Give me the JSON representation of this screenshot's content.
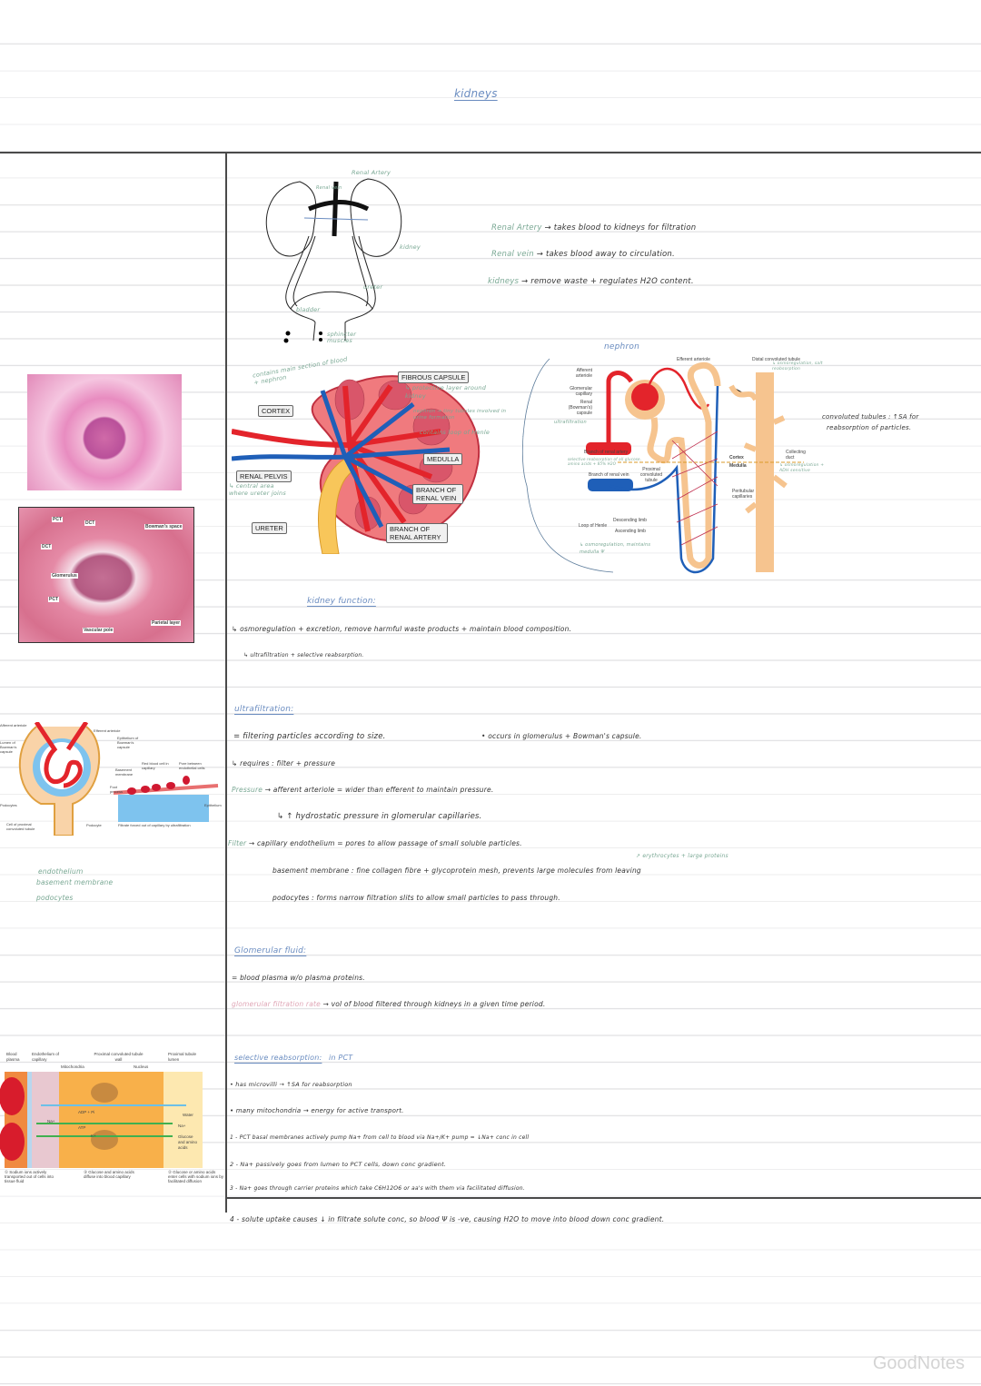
{
  "title": "kidneys",
  "renal_notes": [
    {
      "term": "Renal Artery",
      "text": " → takes blood to kidneys for filtration"
    },
    {
      "term": "Renal vein",
      "text": " → takes blood away to circulation."
    },
    {
      "term": "kidneys",
      "text": " → remove waste + regulates H2O content."
    }
  ],
  "urinary_labels": {
    "renal_artery": "Renal Artery",
    "renal_vein": "Renal vein",
    "kidney": "kidney",
    "ureter": "ureter",
    "bladder": "bladder",
    "sphincter": "sphincter muscles"
  },
  "kidney_section": {
    "boxes": {
      "fibrous_capsule": "FIBROUS CAPSULE",
      "cortex": "CORTEX",
      "medulla": "MEDULLA",
      "renal_pelvis": "RENAL PELVIS",
      "branch_vein": "BRANCH OF RENAL VEIN",
      "ureter": "URETER",
      "branch_artery": "BRANCH OF RENAL ARTERY"
    },
    "notes": {
      "cortex": "contains main section of blood + nephron",
      "capsule": "↳ protective layer around kidney",
      "nephron": "nephron → tiny tubules involved in urine formation",
      "medulla": "contains loop of Henle",
      "pelvis": "↳ central area where ureter joins"
    }
  },
  "nephron": {
    "heading": "nephron",
    "labels": {
      "efferent": "Efferent arteriole",
      "dct": "Distal convoluted tubule",
      "afferent": "Afferent arteriole",
      "glom": "Glomerular capillary",
      "capsule": "Renal (Bowman's) capsule",
      "branch_artery": "Branch of renal artery",
      "branch_vein": "Branch of renal vein",
      "pct": "Proximal convoluted tubule",
      "cortex": "Cortex",
      "medulla": "Medulla",
      "collecting": "Collecting duct",
      "peritubular": "Peritubular capillaries",
      "loop": "Loop of Henle",
      "descending": "Descending limb",
      "ascending": "Ascending limb"
    },
    "notes": {
      "ultra": "ultrafiltration",
      "sr": "selective reabsorption of all glucose, amino acids + 85% H2O",
      "dct": "↳ osmoregulation, salt reabsorption",
      "collecting": "↳ osmoregulation + ADH sensitive",
      "loop": "↳ osmoregulation, maintains medulla Ψ"
    },
    "side_note_1": "convoluted tubules : ↑SA for",
    "side_note_2": "reabsorption of particles."
  },
  "micrograph2_labels": {
    "pct": "PCT",
    "dct": "DCT",
    "dct2": "DCT",
    "bowman": "Bowman's space",
    "glom": "Glomerulus",
    "pct2": "PCT",
    "vascular": "Vascular pole",
    "parietal": "Parietal layer"
  },
  "glomerulus_labels": {
    "afferent": "Afferent arteriole",
    "efferent": "Efferent arteriole",
    "lumen": "Lumen of Bowman's capsule",
    "epith": "Epithelium of Bowman's capsule",
    "rbc": "Red blood cell in capillary",
    "pore": "Pore between endothelial cells",
    "basement": "Basement membrane",
    "foot": "Foot process",
    "podocytes": "Podocytes",
    "epithelium": "Epithelium",
    "pct_cell": "Cell of proximal convoluted tubule",
    "podocyte": "Podocyte",
    "filtrate": "Filtrate forced out of capillary by ultrafiltration"
  },
  "filter_layers": [
    "endothelium",
    "basement membrane",
    "podocytes"
  ],
  "pct_labels": {
    "plasma": "Blood plasma",
    "endo": "Endothelium of capillary",
    "wall": "Proximal convoluted tubule wall",
    "lumen": "Proximal tubule lumen",
    "mito": "Mitochondria",
    "nucleus": "Nucleus",
    "adp": "ADP + Pi",
    "atp": "ATP",
    "na": "Na+",
    "k": "K+",
    "water": "Water",
    "na2": "Na+",
    "glucose": "Glucose and amino acids",
    "s1": "① Sodium ions actively transported out of cells into tissue fluid",
    "s3": "③ Glucose and amino acids diffuse into blood capillary",
    "s2": "② Glucose or amino acids enter cells with sodium ions by facilitated diffusion"
  },
  "kidney_function": {
    "heading": "kidney function:",
    "lines": [
      "↳ osmoregulation + excretion, remove harmful waste products + maintain blood composition.",
      "↳ ultrafiltration + selective reabsorption."
    ]
  },
  "ultrafiltration": {
    "heading": "ultrafiltration:",
    "l1": "= filtering particles according to size.",
    "l1b": "• occurs in glomerulus + Bowman's capsule.",
    "l2": "↳ requires : filter + pressure",
    "pressure_term": "Pressure",
    "l3": " → afferent arteriole = wider than efferent to maintain pressure.",
    "l4": "↳ ↑ hydrostatic pressure in glomerular capillaries.",
    "filter_term": "Filter",
    "l5": " → capillary endothelium = pores to allow passage of small soluble particles.",
    "l6_note": "↗ erythrocytes + large proteins",
    "l6": "basement membrane : fine collagen fibre + glycoprotein mesh, prevents large molecules from leaving",
    "l7": "podocytes : forms narrow filtration slits to allow small particles to pass through."
  },
  "glomerular_fluid": {
    "heading": "Glomerular fluid:",
    "l1": "= blood plasma w/o plasma proteins.",
    "gfr_term": "glomerular filtration rate",
    "l2": " → vol of blood filtered through kidneys in a given time period."
  },
  "selective_reabsorption": {
    "heading": "selective reabsorption:",
    "where": "in PCT",
    "lines": [
      "• has microvilli → ↑SA for reabsorption",
      "• many mitochondria → energy for active transport.",
      "1 - PCT basal membranes actively pump Na+ from cell to blood via Na+/K+ pump = ↓Na+ conc in cell",
      "2 - Na+ passively goes from lumen to PCT cells, down conc gradient.",
      "3 - Na+ goes through carrier proteins which take C6H12O6 or aa's with them via facilitated diffusion.",
      "4 - solute uptake causes ↓ in filtrate solute conc, so blood Ψ is -ve, causing H2O to move into blood down conc gradient."
    ]
  },
  "watermark": "GoodNotes",
  "colors": {
    "heading": "#6a8cc0",
    "term": "#7aa894",
    "pink": "#e0a6b6",
    "artery": "#e3242b",
    "vein": "#1f5fb8",
    "tubule": "#f6c48f"
  }
}
